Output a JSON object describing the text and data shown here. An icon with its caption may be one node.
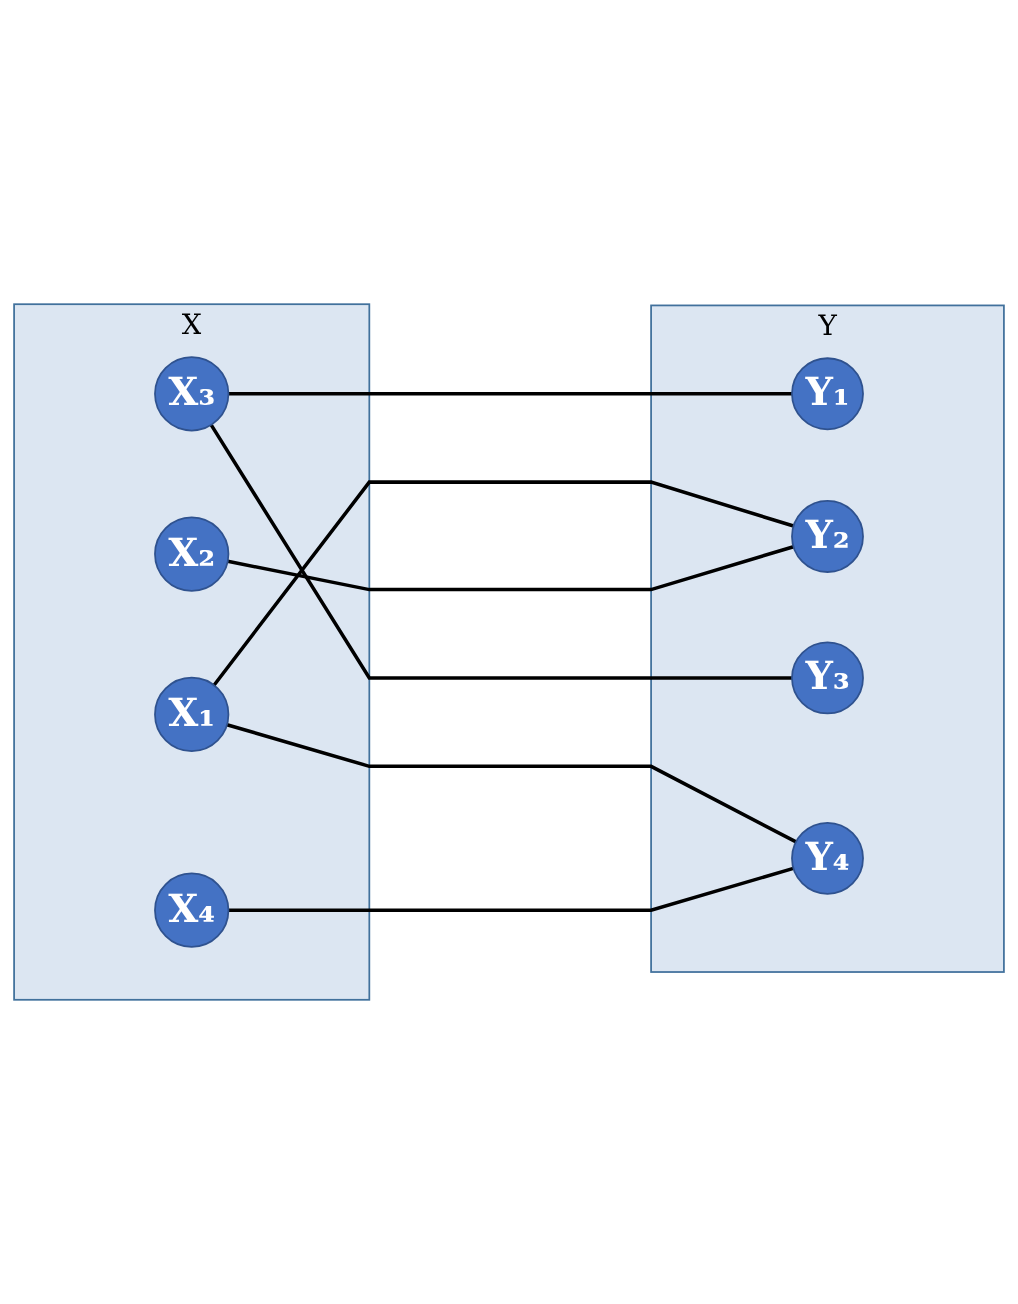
{
  "diagram": {
    "nodes": [
      {
        "text": [
          "X"
        ]
      },
      {
        "text": [
          "X₁"
        ],
        "in": 0
      },
      {
        "text": [
          "X₂"
        ],
        "in": 0
      },
      {
        "text": [
          "X₃"
        ],
        "in": 0
      },
      {
        "text": [
          "X₄"
        ],
        "in": 0
      },
      {
        "text": [
          "Y"
        ]
      },
      {
        "text": [
          "Y₁"
        ],
        "in": 5
      },
      {
        "text": [
          "Y₂"
        ],
        "in": 5
      },
      {
        "text": [
          "Y₃"
        ],
        "in": 5
      },
      {
        "text": [
          "Y₄"
        ],
        "in": 5
      }
    ],
    "edges": [
      {
        "from": 1,
        "to": 7,
        "arrow": "none"
      },
      {
        "from": 1,
        "to": 9,
        "arrow": "none"
      },
      {
        "from": 2,
        "to": 7,
        "arrow": "none"
      },
      {
        "from": 3,
        "to": 6,
        "arrow": "none"
      },
      {
        "from": 3,
        "to": 8,
        "arrow": "none"
      },
      {
        "from": 4,
        "to": 9,
        "arrow": "none"
      }
    ]
  }
}
